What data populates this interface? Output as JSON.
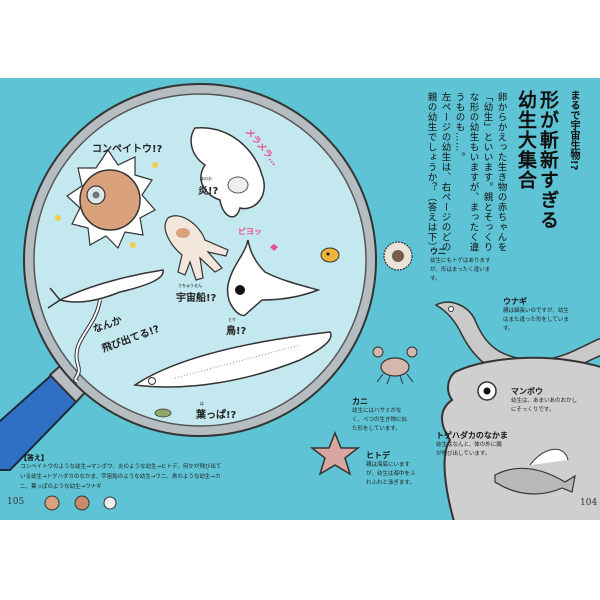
{
  "right_page": {
    "subtitle": "まるで宇宙生物!?",
    "title_lines": [
      "形が斬新すぎる",
      "幼生大集合"
    ],
    "intro_columns": [
      "卵からかえった生き物の赤ちゃんを",
      "「幼生」といいます。親とそっくり",
      "な形の幼生もいますが、まったく違",
      "うものも……。",
      "左ページの幼生は、右ページのどの",
      "親の幼生でしょうか？（答えは下）"
    ],
    "animals": [
      {
        "name": "ウニ",
        "lines": [
          "幼生にもトゲはあります",
          "が、形はまったく違いま",
          "す。"
        ]
      },
      {
        "name": "ウナギ",
        "lines": [
          "親は細長いのですが、幼生",
          "はまた違った形をしていま",
          "す。"
        ]
      },
      {
        "name": "マンボウ",
        "lines": [
          "幼生は、あまいあのおかし",
          "にそっくりです。"
        ]
      },
      {
        "name": "トゲハダカのなかま",
        "lines": [
          "幼生はなんと、体の外に腸",
          "が飛び出しています。"
        ]
      },
      {
        "name": "カニ",
        "lines": [
          "幼生にはハサミがな",
          "く、べつの生き物に似",
          "た形をしています。"
        ]
      },
      {
        "name": "ヒトデ",
        "lines": [
          "親は海底にいます",
          "が、幼生は海中をふ",
          "わふわと泳ぎます。"
        ]
      }
    ],
    "page_number": "104"
  },
  "left_page": {
    "callouts": {
      "konpeito": "コンペイトウ!?",
      "flame": "炎!?",
      "flame_ruby": "ほのお",
      "mera": "メラメラ…",
      "spaceship": "宇宙船!?",
      "spaceship_ruby": "うちゅうせん",
      "bird": "鳥!?",
      "bird_ruby": "とり",
      "piyo": "ピヨッ",
      "tobideteru_1": "なんか",
      "tobideteru_2": "飛び出てる!?",
      "leaf": "葉っぱ!?",
      "leaf_ruby": "は"
    },
    "answer": {
      "heading": "【答え】",
      "lines": [
        "コンペイトウのような幼生→マンボウ、炎のような幼生→ヒトデ、何かが飛び出て",
        "いる幼生→トゲハダカのなかま、宇宙船のような幼生→ウニ、鳥のような幼生→カ",
        "ニ、葉っぱのような幼生→ウナギ"
      ]
    },
    "page_number": "105"
  },
  "colors": {
    "sea": "#5ec3d4",
    "lens": "#c4e8ef",
    "rim": "#9aa3a8",
    "handle": "#2f6fc4",
    "accent_pink": "#e8508f"
  }
}
